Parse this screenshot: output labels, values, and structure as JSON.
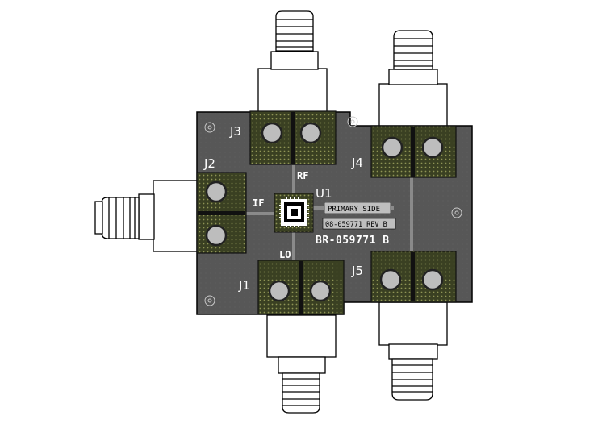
{
  "board": {
    "title_text": "BR-059771 B",
    "side_text": "PRIMARY SIDE",
    "part_text": "08-059771 REV B",
    "colors": {
      "substrate": "#575757",
      "copper_dark": "#333a24",
      "pad_green": "#4e5a22",
      "via_dot": "#9aa06a",
      "pin_grey": "#b7b7b7",
      "trace": "#8c8c8c",
      "connector_fill": "#ffffff",
      "outline": "#000000",
      "label": "#ffffff"
    }
  },
  "labels": {
    "j1": "J1",
    "j2": "J2",
    "j3": "J3",
    "j4": "J4",
    "j5": "J5",
    "u1": "U1",
    "rf": "RF",
    "if": "IF",
    "lo": "LO"
  }
}
